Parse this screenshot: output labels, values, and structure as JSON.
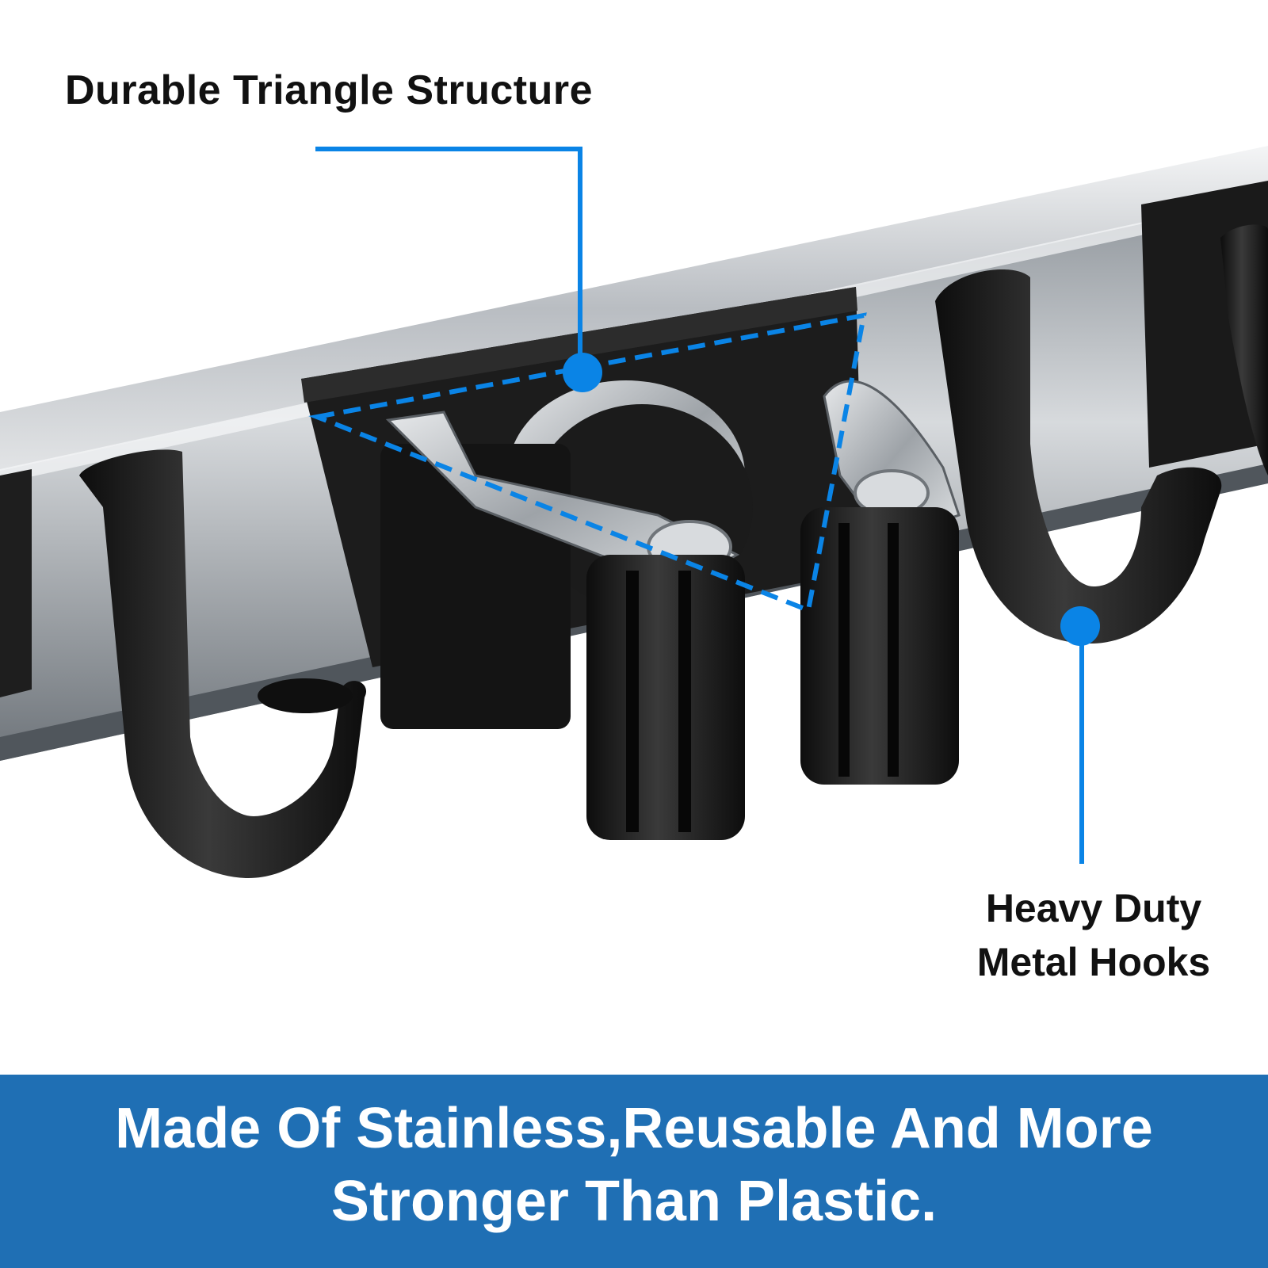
{
  "callouts": {
    "triangle": {
      "title": "Durable Triangle Structure"
    },
    "hooks": {
      "line1": "Heavy Duty",
      "line2": "Metal Hooks"
    }
  },
  "banner": {
    "line1": "Made Of Stainless,Reusable And More",
    "line2": "Stronger Than  Plastic."
  },
  "colors": {
    "accent_blue": "#0a84e6",
    "banner_blue": "#1f6fb4",
    "steel": "#c9ccd0",
    "hook_black": "#1a1a1a",
    "label_text": "#111111",
    "banner_text": "#ffffff"
  }
}
